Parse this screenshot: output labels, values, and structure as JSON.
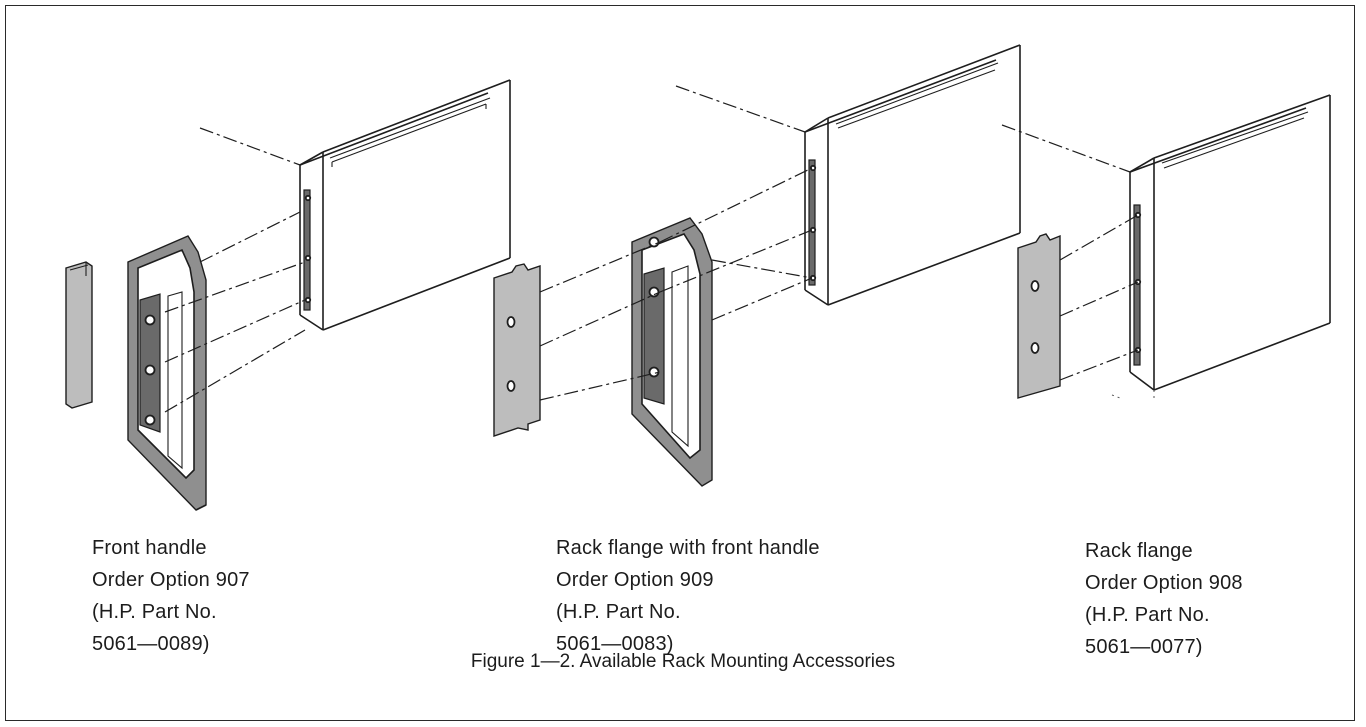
{
  "figure": {
    "title": "Figure 1—2. Available Rack Mounting Accessories"
  },
  "accessories": [
    {
      "name": "Front handle",
      "order_option": "Order Option 907",
      "part_prefix": "(H.P. Part No.",
      "part_number": "5061—0089)"
    },
    {
      "name": "Rack flange with front handle",
      "order_option": "Order Option 909",
      "part_prefix": "(H.P. Part No.",
      "part_number": "5061—0083)"
    },
    {
      "name": "Rack flange",
      "order_option": "Order Option 908",
      "part_prefix": "(H.P. Part No.",
      "part_number": "5061—0077)"
    }
  ]
}
